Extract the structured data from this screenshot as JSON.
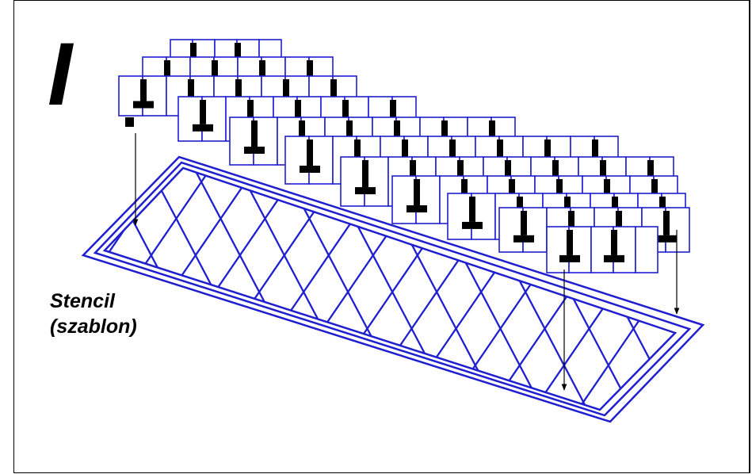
{
  "figure": {
    "letter": "I",
    "caption_line1": "Stencil",
    "caption_line2": "(szablon)"
  },
  "colors": {
    "line": "#1f1fd0",
    "ink": "#000000",
    "background": "#ffffff"
  }
}
